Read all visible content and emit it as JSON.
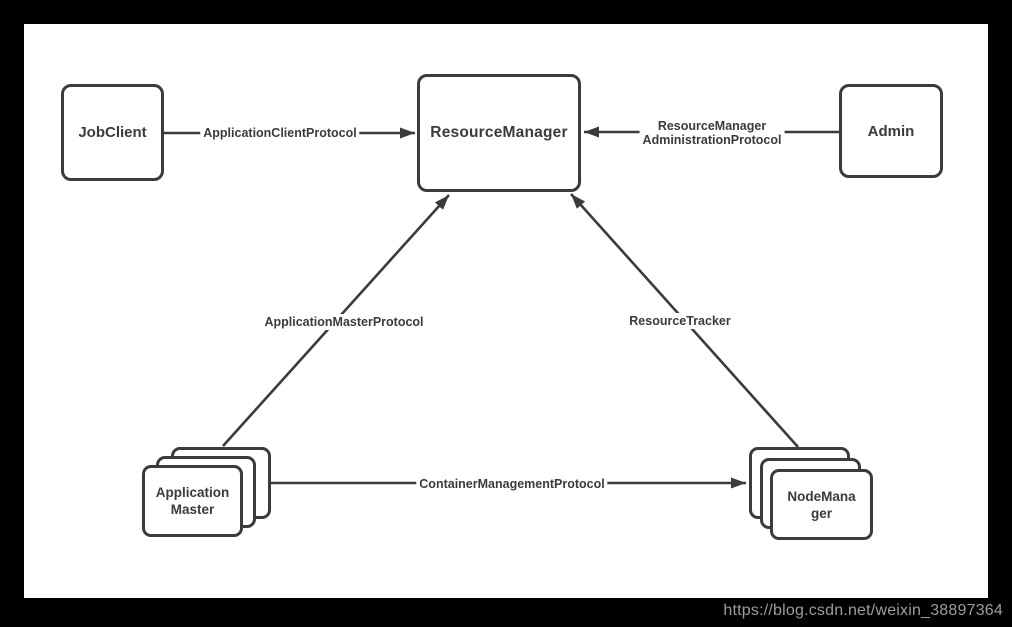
{
  "colors": {
    "frame_background": "#000000",
    "canvas_background": "#ffffff",
    "line_color": "#3b3b3b",
    "watermark_color": "#9c9c9c"
  },
  "nodes": {
    "job_client": {
      "label": "JobClient"
    },
    "resource_manager": {
      "label": "ResourceManager"
    },
    "admin": {
      "label": "Admin"
    },
    "application_master": {
      "label": "Application Master",
      "line1": "Application",
      "line2": "Master",
      "stacked": true
    },
    "node_manager": {
      "label": "NodeManager",
      "line1": "NodeMana",
      "line2": "ger",
      "stacked": true
    }
  },
  "edges": [
    {
      "from": "JobClient",
      "to": "ResourceManager",
      "label": "ApplicationClientProtocol"
    },
    {
      "from": "Admin",
      "to": "ResourceManager",
      "label": "ResourceManager AdministrationProtocol",
      "line1": "ResourceManager",
      "line2": "AdministrationProtocol"
    },
    {
      "from": "ApplicationMaster",
      "to": "ResourceManager",
      "label": "ApplicationMasterProtocol"
    },
    {
      "from": "NodeManager",
      "to": "ResourceManager",
      "label": "ResourceTracker"
    },
    {
      "from": "ApplicationMaster",
      "to": "NodeManager",
      "label": "ContainerManagementProtocol"
    }
  ],
  "watermark": {
    "text": "https://blog.csdn.net/weixin_38897364"
  }
}
